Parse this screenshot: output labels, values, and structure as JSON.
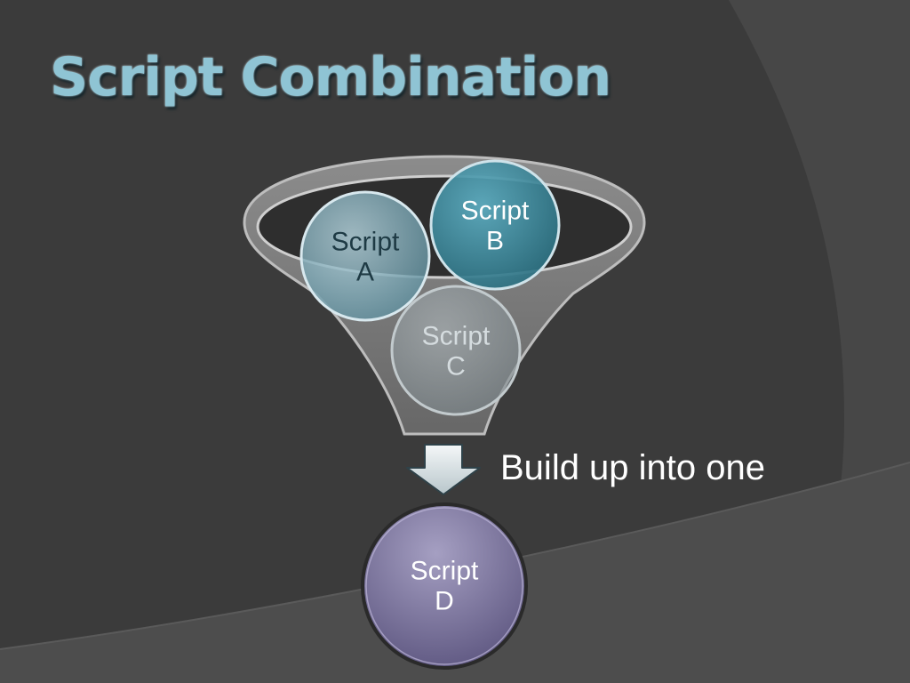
{
  "slide": {
    "title": "Script Combination",
    "caption": "Build up into one"
  },
  "diagram": {
    "inputs": [
      {
        "id": "A",
        "line1": "Script",
        "line2": "A"
      },
      {
        "id": "B",
        "line1": "Script",
        "line2": "B"
      },
      {
        "id": "C",
        "line1": "Script",
        "line2": "C"
      }
    ],
    "output": {
      "id": "D",
      "line1": "Script",
      "line2": "D"
    }
  },
  "colors": {
    "background": "#3b3b3b",
    "title": "#8fc4d4",
    "script_a": "#7aa9b8",
    "script_b": "#3f8ea3",
    "script_c": "#9aa6aa",
    "script_d": "#7a6f9a",
    "funnel": "#8a8a8a"
  }
}
